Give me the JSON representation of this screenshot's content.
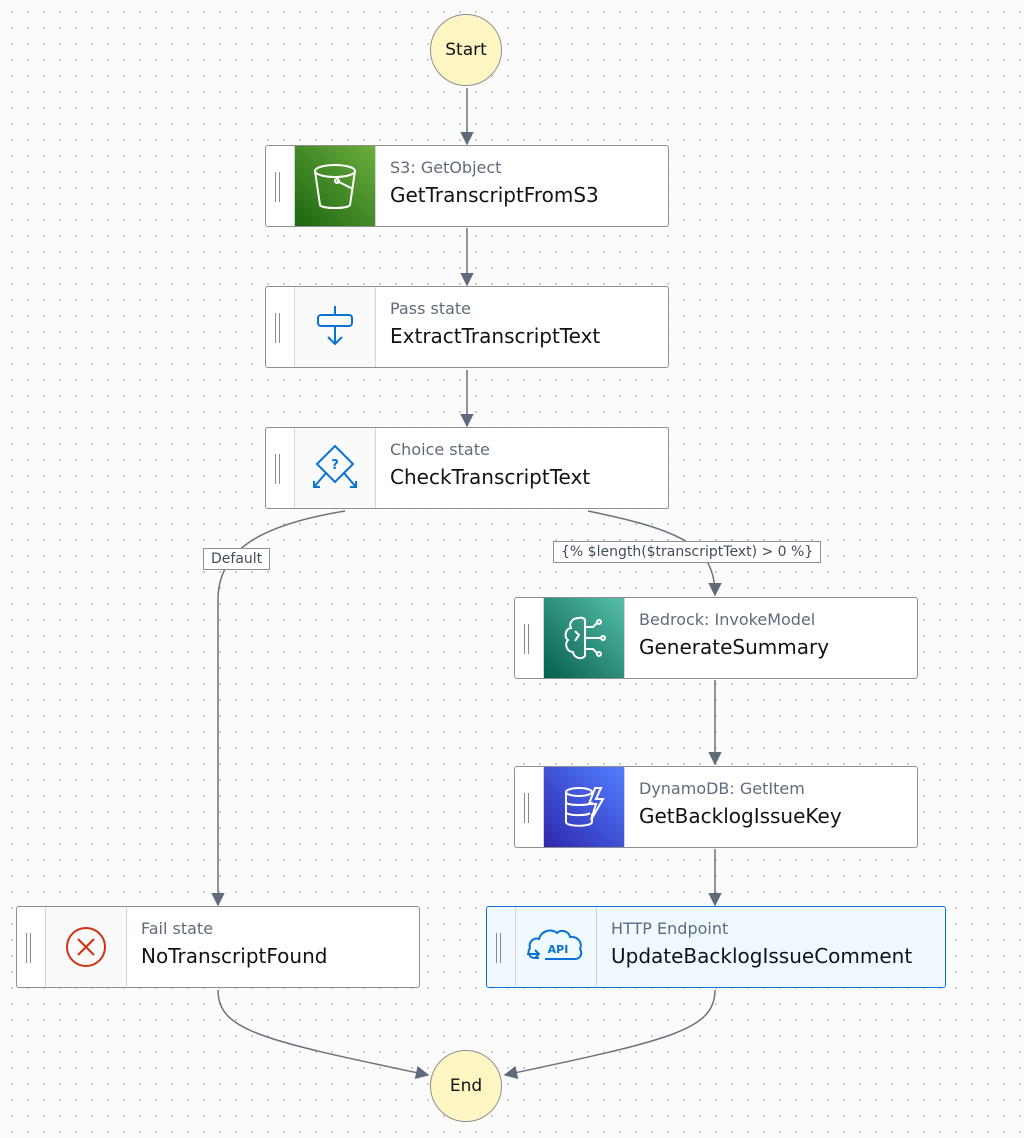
{
  "start": "Start",
  "end": "End",
  "nodes": [
    {
      "type": "S3: GetObject",
      "name": "GetTranscriptFromS3",
      "icon": "s3-bucket-icon"
    },
    {
      "type": "Pass state",
      "name": "ExtractTranscriptText",
      "icon": "pass-state-icon"
    },
    {
      "type": "Choice state",
      "name": "CheckTranscriptText",
      "icon": "choice-state-icon"
    },
    {
      "type": "Bedrock: InvokeModel",
      "name": "GenerateSummary",
      "icon": "bedrock-icon"
    },
    {
      "type": "DynamoDB: GetItem",
      "name": "GetBacklogIssueKey",
      "icon": "dynamodb-icon"
    },
    {
      "type": "HTTP Endpoint",
      "name": "UpdateBacklogIssueComment",
      "icon": "api-icon"
    },
    {
      "type": "Fail state",
      "name": "NoTranscriptFound",
      "icon": "fail-state-icon"
    }
  ],
  "edge_labels": {
    "default": "Default",
    "condition": "{% $length($transcriptText) > 0 %}"
  },
  "colors": {
    "terminal_fill": "#fdf6c3",
    "s3": "#3f8624",
    "bedrock": "#01a88d",
    "dynamodb": "#4d27aa",
    "highlight_border": "#0972d3",
    "fail": "#d13212",
    "pass_icon": "#0972d3"
  }
}
